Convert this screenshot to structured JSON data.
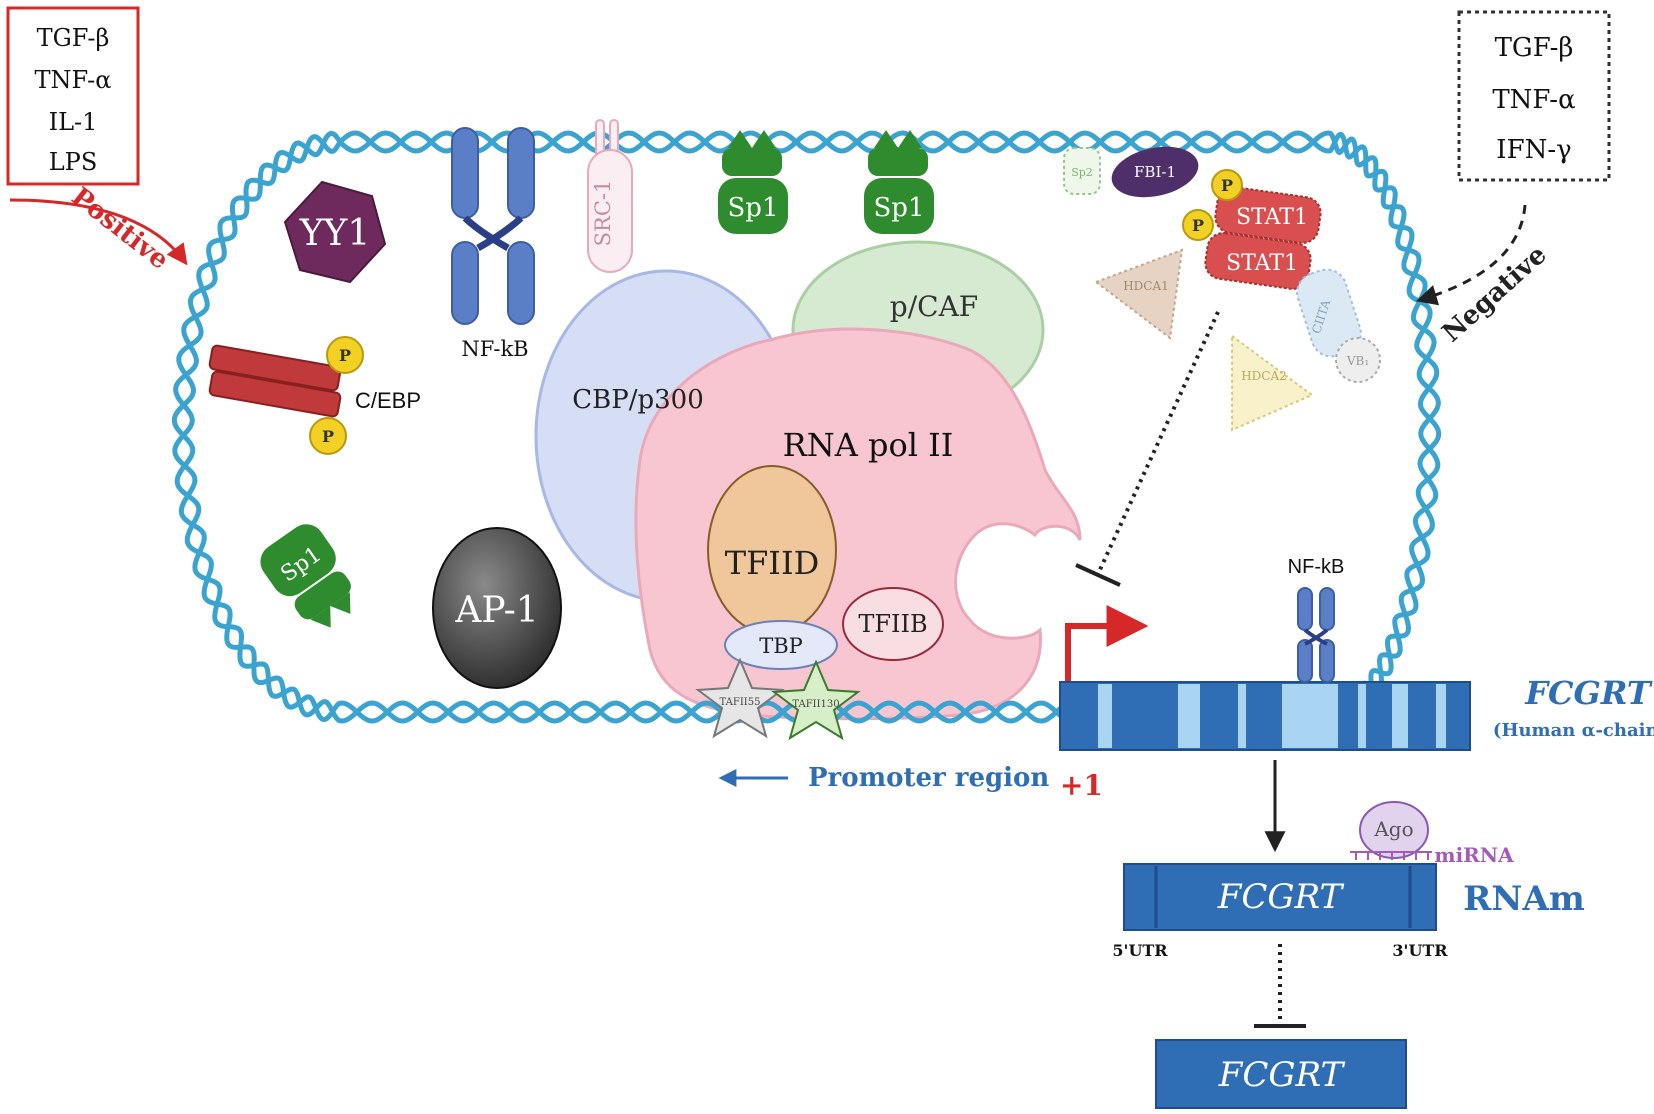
{
  "positive_box": {
    "items": [
      "TGF-β",
      "TNF-α",
      "IL-1",
      "LPS"
    ],
    "border_color": "#d62828"
  },
  "negative_box": {
    "items": [
      "TGF-β",
      "TNF-α",
      "IFN-γ"
    ]
  },
  "labels": {
    "positive": "Positive",
    "negative": "Negative",
    "yy1": "YY1",
    "nfkb_top": "NF-kB",
    "src1": "SRC-1",
    "sp1_a": "Sp1",
    "sp1_b": "Sp1",
    "sp1_c": "Sp1",
    "sp2": "Sp2",
    "fbi1": "FBI-1",
    "stat1_a": "STAT1",
    "stat1_b": "STAT1",
    "p": "P",
    "hdac1": "HDCA1",
    "hdac2": "HDCA2",
    "ciita": "CIITA",
    "vbi": "VB₁",
    "cebp": "C/EBP",
    "pcaf": "p/CAF",
    "cbp": "CBP/p300",
    "rnapol": "RNA pol II",
    "tfiid": "TFIID",
    "tfiib": "TFIIB",
    "tbp": "TBP",
    "tafii55": "TAFII55",
    "tafii130": "TAFII130",
    "ap1": "AP-1",
    "promoter": "Promoter region",
    "plus1": "+1",
    "nfkb_gene": "NF-kB",
    "gene_name": "FCGRT",
    "gene_sub": "(Human α-chain)",
    "ago": "Ago",
    "mirna": "miRNA",
    "mrna_name": "FCGRT",
    "rnam": "RNAm",
    "utr5": "5'UTR",
    "utr3": "3'UTR",
    "protein_name": "FCGRT"
  },
  "colors": {
    "dna": "#3ba3d0",
    "gene_blue": "#2f6db5",
    "red": "#d62828",
    "sp1_green": "#2e8b2e",
    "cebp_red": "#c0393b",
    "yy1_purple": "#6e2a5c",
    "nfkb_blue": "#5b7fc7",
    "pink": "#f7c6d1",
    "cbp_blue": "#d5def5",
    "pcaf_green": "#d6ead2",
    "tfiid_tan": "#f0c79a"
  }
}
